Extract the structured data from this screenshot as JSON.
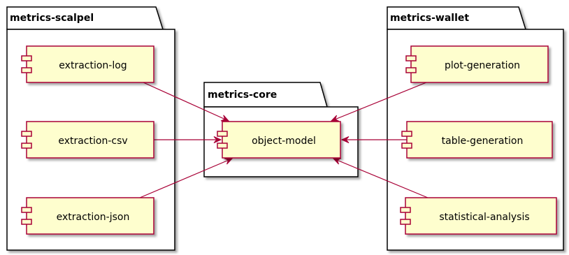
{
  "colors": {
    "component_fill": "#FEFECE",
    "component_stroke": "#A80036",
    "arrow": "#A80036",
    "package_stroke": "#000000",
    "package_fill": "#FFFFFF",
    "shadow": "#B8B8B8"
  },
  "packages": {
    "scalpel": {
      "title": "metrics-scalpel"
    },
    "core": {
      "title": "metrics-core"
    },
    "wallet": {
      "title": "metrics-wallet"
    }
  },
  "components": {
    "extraction_log": {
      "label": "extraction-log",
      "icon": "component-icon"
    },
    "extraction_csv": {
      "label": "extraction-csv",
      "icon": "component-icon"
    },
    "extraction_json": {
      "label": "extraction-json",
      "icon": "component-icon"
    },
    "object_model": {
      "label": "object-model",
      "icon": "component-icon"
    },
    "plot_generation": {
      "label": "plot-generation",
      "icon": "component-icon"
    },
    "table_generation": {
      "label": "table-generation",
      "icon": "component-icon"
    },
    "statistical_analysis": {
      "label": "statistical-analysis",
      "icon": "component-icon"
    }
  },
  "dependencies": [
    {
      "from": "extraction_log",
      "to": "object_model"
    },
    {
      "from": "extraction_csv",
      "to": "object_model"
    },
    {
      "from": "extraction_json",
      "to": "object_model"
    },
    {
      "from": "plot_generation",
      "to": "object_model"
    },
    {
      "from": "table_generation",
      "to": "object_model"
    },
    {
      "from": "statistical_analysis",
      "to": "object_model"
    }
  ]
}
